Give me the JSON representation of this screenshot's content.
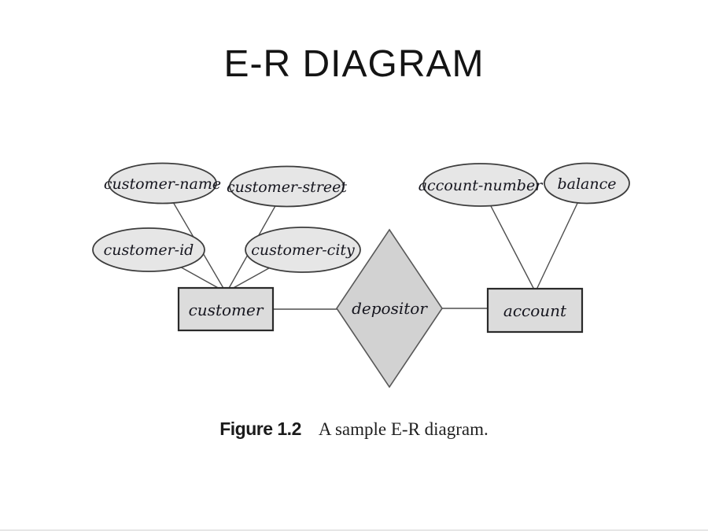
{
  "slide": {
    "title": "E-R DIAGRAM"
  },
  "diagram": {
    "attributes": [
      {
        "label": "customer-name"
      },
      {
        "label": "customer-street"
      },
      {
        "label": "customer-id"
      },
      {
        "label": "customer-city"
      },
      {
        "label": "account-number"
      },
      {
        "label": "balance"
      }
    ],
    "entities": [
      {
        "label": "customer"
      },
      {
        "label": "account"
      }
    ],
    "relationship": {
      "label": "depositor"
    }
  },
  "caption": {
    "figure_label": "Figure 1.2",
    "text": "A sample E-R diagram."
  },
  "colors": {
    "attribute_fill": "#e6e6e6",
    "entity_fill": "#dcdcdc",
    "relationship_fill": "#d2d2d2",
    "line_stroke": "#4f4f4f",
    "title_text": "#141414",
    "label_text": "#16161f"
  }
}
